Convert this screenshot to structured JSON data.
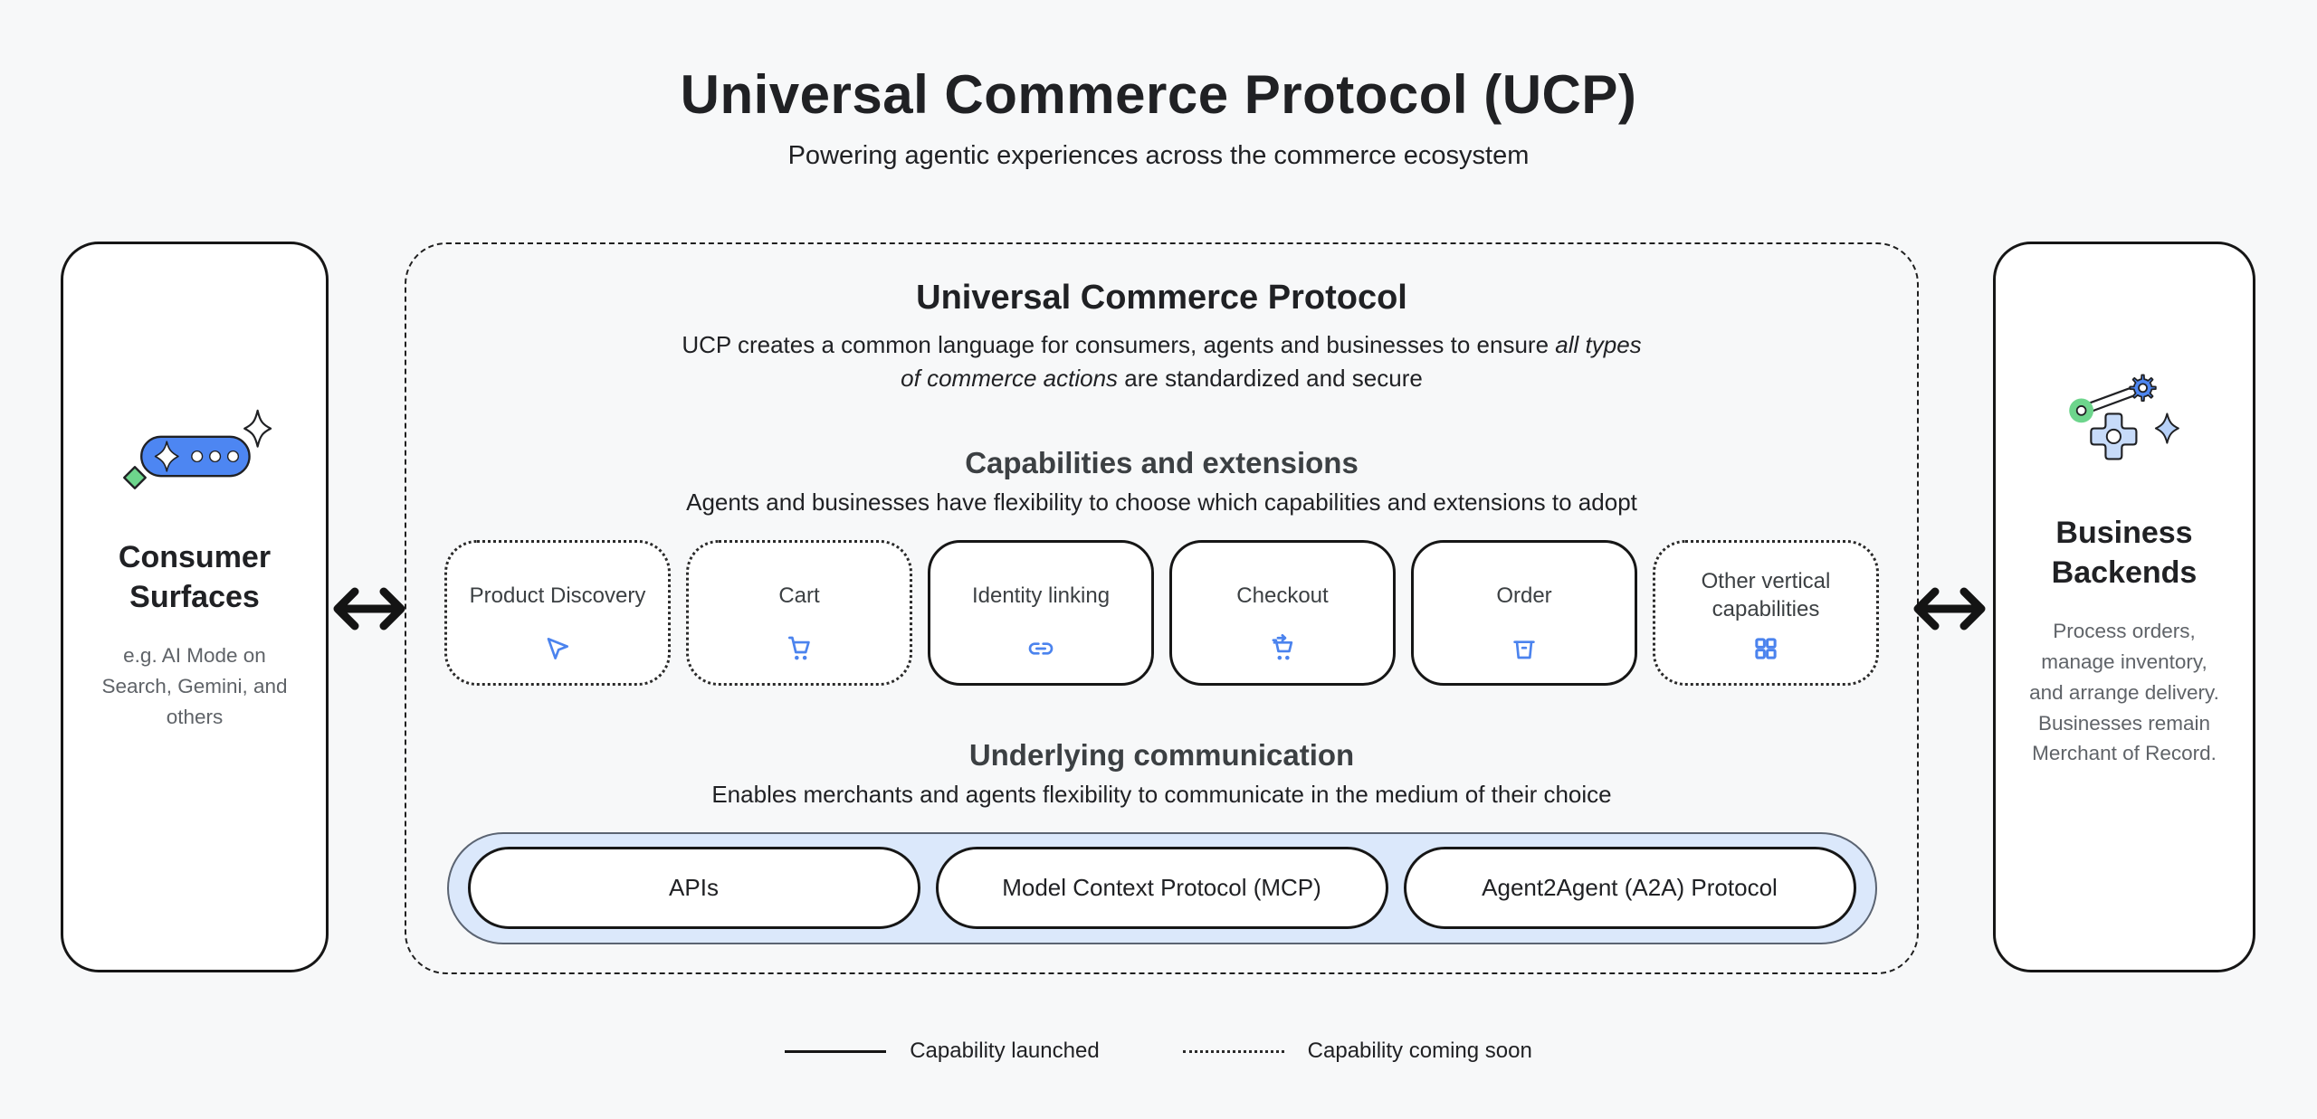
{
  "page": {
    "title": "Universal Commerce Protocol (UCP)",
    "subtitle": "Powering agentic experiences across the commerce ecosystem"
  },
  "consumer_surfaces": {
    "title": "Consumer Surfaces",
    "description_lines": [
      "e.g. AI Mode on",
      "Search, Gemini, and",
      "others"
    ],
    "icon": "chat-sparkle-icon"
  },
  "business_backends": {
    "title": "Business Backends",
    "description_lines": [
      "Process orders,",
      "manage inventory,",
      "and arrange delivery.",
      "Businesses remain",
      "Merchant of Record."
    ],
    "icon": "gear-sparkle-icon"
  },
  "ucp": {
    "title": "Universal Commerce Protocol",
    "description_prefix": "UCP creates a common language for consumers, agents and businesses to ensure ",
    "description_italic": "all types of commerce actions",
    "description_suffix": " are standardized and secure",
    "capabilities_section": {
      "title": "Capabilities and extensions",
      "subtitle": "Agents and businesses have flexibility to choose which capabilities and extensions to adopt",
      "cards": [
        {
          "label": "Product Discovery",
          "status": "coming-soon",
          "icon": "send-icon"
        },
        {
          "label": "Cart",
          "status": "coming-soon",
          "icon": "cart-icon"
        },
        {
          "label": "Identity linking",
          "status": "launched",
          "icon": "link-icon"
        },
        {
          "label": "Checkout",
          "status": "launched",
          "icon": "checkout-cart-icon"
        },
        {
          "label": "Order",
          "status": "launched",
          "icon": "order-box-icon"
        },
        {
          "label": "Other vertical capabilities",
          "status": "coming-soon",
          "icon": "grid-icon"
        }
      ]
    },
    "communication_section": {
      "title": "Underlying communication",
      "subtitle": "Enables merchants and agents flexibility to communicate in the medium of their choice",
      "protocols": [
        "APIs",
        "Model Context Protocol (MCP)",
        "Agent2Agent (A2A) Protocol"
      ]
    }
  },
  "legend": {
    "launched": "Capability launched",
    "coming_soon": "Capability coming soon"
  },
  "colors": {
    "accent_blue": "#4b83ee",
    "pill_blue": "#4d86f2",
    "light_blue_fill": "#dbe8fb",
    "sparkle_light_blue": "#b7d1f8",
    "green": "#6dd58c",
    "text_dark": "#202124",
    "text_gray": "#5f6368"
  }
}
